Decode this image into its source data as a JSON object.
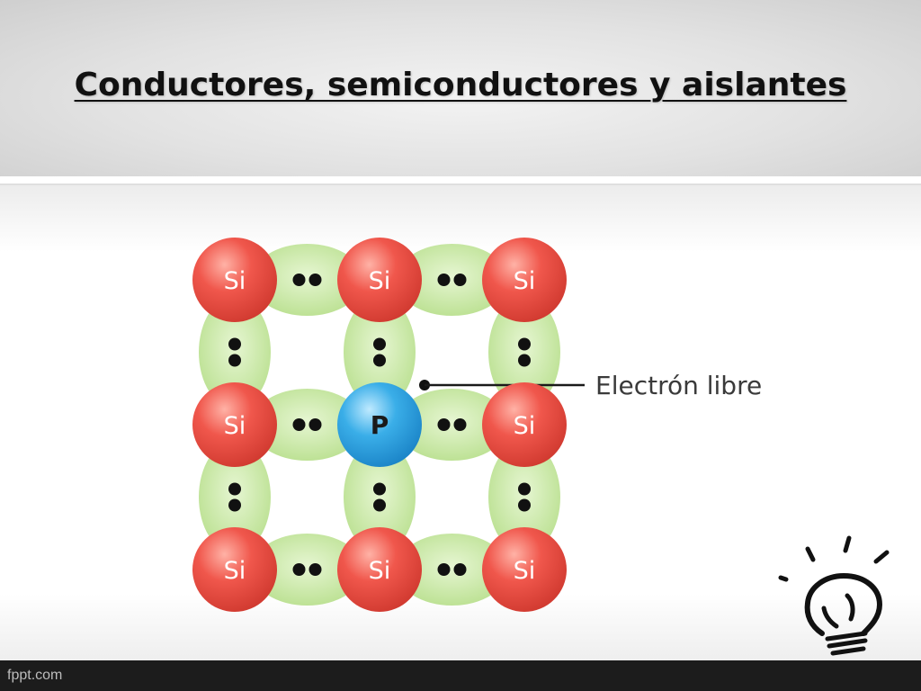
{
  "slide": {
    "title": "Conductores, semiconductores y aislantes",
    "footer": "fppt.com"
  },
  "diagram": {
    "atoms": [
      {
        "label": "Si",
        "row": 0,
        "col": 0,
        "kind": "silicon"
      },
      {
        "label": "Si",
        "row": 0,
        "col": 1,
        "kind": "silicon"
      },
      {
        "label": "Si",
        "row": 0,
        "col": 2,
        "kind": "silicon"
      },
      {
        "label": "Si",
        "row": 1,
        "col": 0,
        "kind": "silicon"
      },
      {
        "label": "P",
        "row": 1,
        "col": 1,
        "kind": "phosphorus"
      },
      {
        "label": "Si",
        "row": 1,
        "col": 2,
        "kind": "silicon"
      },
      {
        "label": "Si",
        "row": 2,
        "col": 0,
        "kind": "silicon"
      },
      {
        "label": "Si",
        "row": 2,
        "col": 1,
        "kind": "silicon"
      },
      {
        "label": "Si",
        "row": 2,
        "col": 2,
        "kind": "silicon"
      }
    ],
    "annotation": "Electrón libre",
    "colors": {
      "silicon": "#f0574c",
      "phosphorus": "#3aaee8",
      "bond": "#c4e69e",
      "electron": "#111111",
      "atom_label": "#ffffff",
      "phosphorus_label": "#1a1a1a"
    }
  },
  "decoration": {
    "icon": "lightbulb-idea-icon"
  }
}
